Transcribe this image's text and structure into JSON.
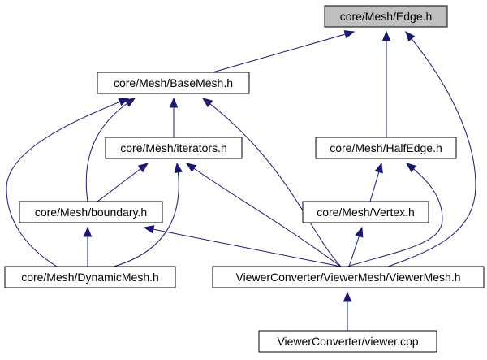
{
  "diagram": {
    "colors": {
      "edge": "#191970",
      "node_fill": "#ffffff",
      "highlight_fill": "#bfbfbf",
      "node_border": "#000000",
      "background": "#ffffff"
    },
    "nodes": [
      {
        "id": "edge_h",
        "label": "core/Mesh/Edge.h",
        "highlighted": true
      },
      {
        "id": "basemesh_h",
        "label": "core/Mesh/BaseMesh.h"
      },
      {
        "id": "iterators_h",
        "label": "core/Mesh/iterators.h"
      },
      {
        "id": "halfedge_h",
        "label": "core/Mesh/HalfEdge.h"
      },
      {
        "id": "boundary_h",
        "label": "core/Mesh/boundary.h"
      },
      {
        "id": "vertex_h",
        "label": "core/Mesh/Vertex.h"
      },
      {
        "id": "dynamicmesh_h",
        "label": "core/Mesh/DynamicMesh.h"
      },
      {
        "id": "viewermesh_h",
        "label": "ViewerConverter/ViewerMesh/ViewerMesh.h"
      },
      {
        "id": "viewer_cpp",
        "label": "ViewerConverter/viewer.cpp"
      }
    ],
    "edges": [
      {
        "from": "basemesh_h",
        "to": "edge_h"
      },
      {
        "from": "halfedge_h",
        "to": "edge_h"
      },
      {
        "from": "viewermesh_h",
        "to": "edge_h"
      },
      {
        "from": "iterators_h",
        "to": "basemesh_h"
      },
      {
        "from": "boundary_h",
        "to": "basemesh_h"
      },
      {
        "from": "dynamicmesh_h",
        "to": "basemesh_h"
      },
      {
        "from": "viewermesh_h",
        "to": "basemesh_h"
      },
      {
        "from": "boundary_h",
        "to": "iterators_h"
      },
      {
        "from": "dynamicmesh_h",
        "to": "iterators_h"
      },
      {
        "from": "viewermesh_h",
        "to": "iterators_h"
      },
      {
        "from": "dynamicmesh_h",
        "to": "boundary_h"
      },
      {
        "from": "viewermesh_h",
        "to": "boundary_h"
      },
      {
        "from": "vertex_h",
        "to": "halfedge_h"
      },
      {
        "from": "viewermesh_h",
        "to": "halfedge_h"
      },
      {
        "from": "viewermesh_h",
        "to": "vertex_h"
      },
      {
        "from": "viewer_cpp",
        "to": "viewermesh_h"
      }
    ]
  }
}
